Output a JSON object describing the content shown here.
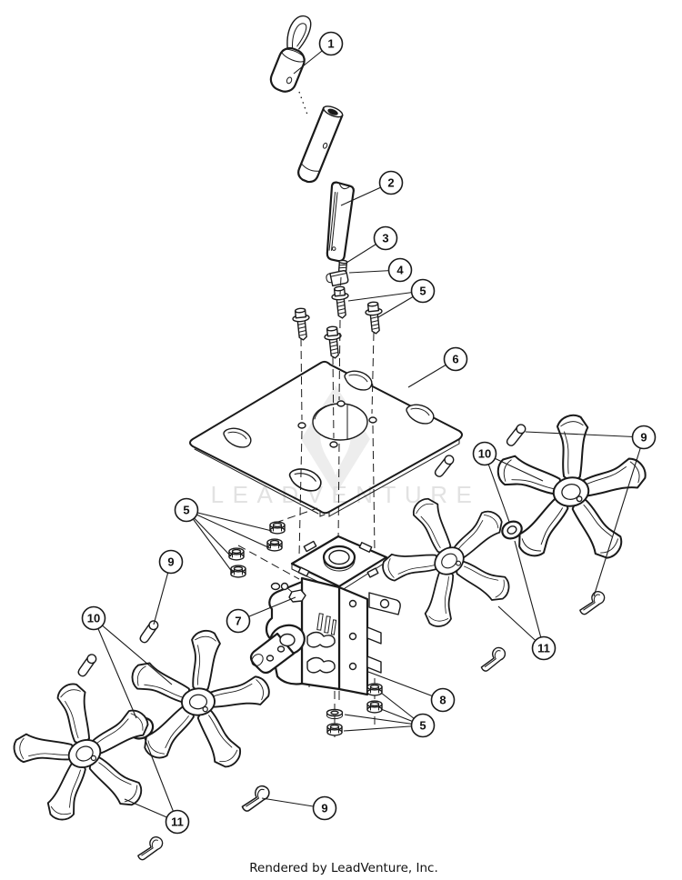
{
  "page": {
    "background": "#ffffff"
  },
  "diagram": {
    "line_color": "#1a1a1a",
    "callouts": [
      {
        "number": "1"
      },
      {
        "number": "2"
      },
      {
        "number": "3"
      },
      {
        "number": "4"
      },
      {
        "number": "5"
      },
      {
        "number": "6"
      },
      {
        "number": "10"
      },
      {
        "number": "9"
      },
      {
        "number": "5"
      },
      {
        "number": "9"
      },
      {
        "number": "10"
      },
      {
        "number": "7"
      },
      {
        "number": "11"
      },
      {
        "number": "8"
      },
      {
        "number": "5"
      },
      {
        "number": "9"
      },
      {
        "number": "11"
      }
    ]
  },
  "watermark": {
    "text": "LEADVENTURE",
    "color": "#e2e2e2",
    "logo_color": "#ededed"
  },
  "footer": {
    "text": "Rendered by LeadVenture, Inc."
  }
}
